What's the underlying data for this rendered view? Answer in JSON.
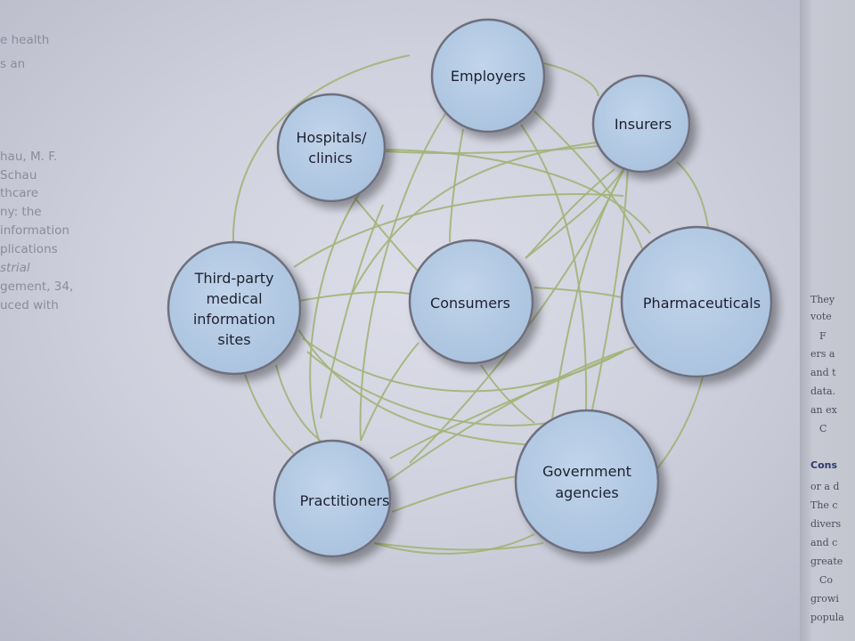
{
  "left_margin_text": {
    "lines": [
      "e health",
      "s an",
      "hau, M. F.",
      "Schau",
      "thcare",
      "ny: the",
      "information",
      "plications",
      "strial",
      "gement, 34,",
      "uced with"
    ]
  },
  "right_page_text": {
    "lines": [
      "They",
      "vote",
      "F",
      "ers a",
      "and t",
      "data.",
      "an ex",
      "C"
    ],
    "heading": "Cons",
    "lines2": [
      "or a d",
      "The c",
      "divers",
      "and c",
      "greate",
      "Co",
      "growi",
      "popula"
    ]
  },
  "diagram": {
    "line_color": "#a3b378",
    "node_fill": "#a9c2de",
    "node_stroke": "#6e6f7e",
    "nodes": [
      {
        "id": "employers",
        "lines": [
          "Employers"
        ]
      },
      {
        "id": "insurers",
        "lines": [
          "Insurers"
        ]
      },
      {
        "id": "hospitals",
        "lines": [
          "Hospitals/",
          "clinics"
        ]
      },
      {
        "id": "third-party",
        "lines": [
          "Third-party",
          "medical",
          "information",
          "sites"
        ]
      },
      {
        "id": "consumers",
        "lines": [
          "Consumers"
        ]
      },
      {
        "id": "pharmaceuticals",
        "lines": [
          "Pharmaceuticals"
        ]
      },
      {
        "id": "practitioners",
        "lines": [
          "Practitioners"
        ]
      },
      {
        "id": "government",
        "lines": [
          "Government",
          "agencies"
        ]
      }
    ]
  }
}
